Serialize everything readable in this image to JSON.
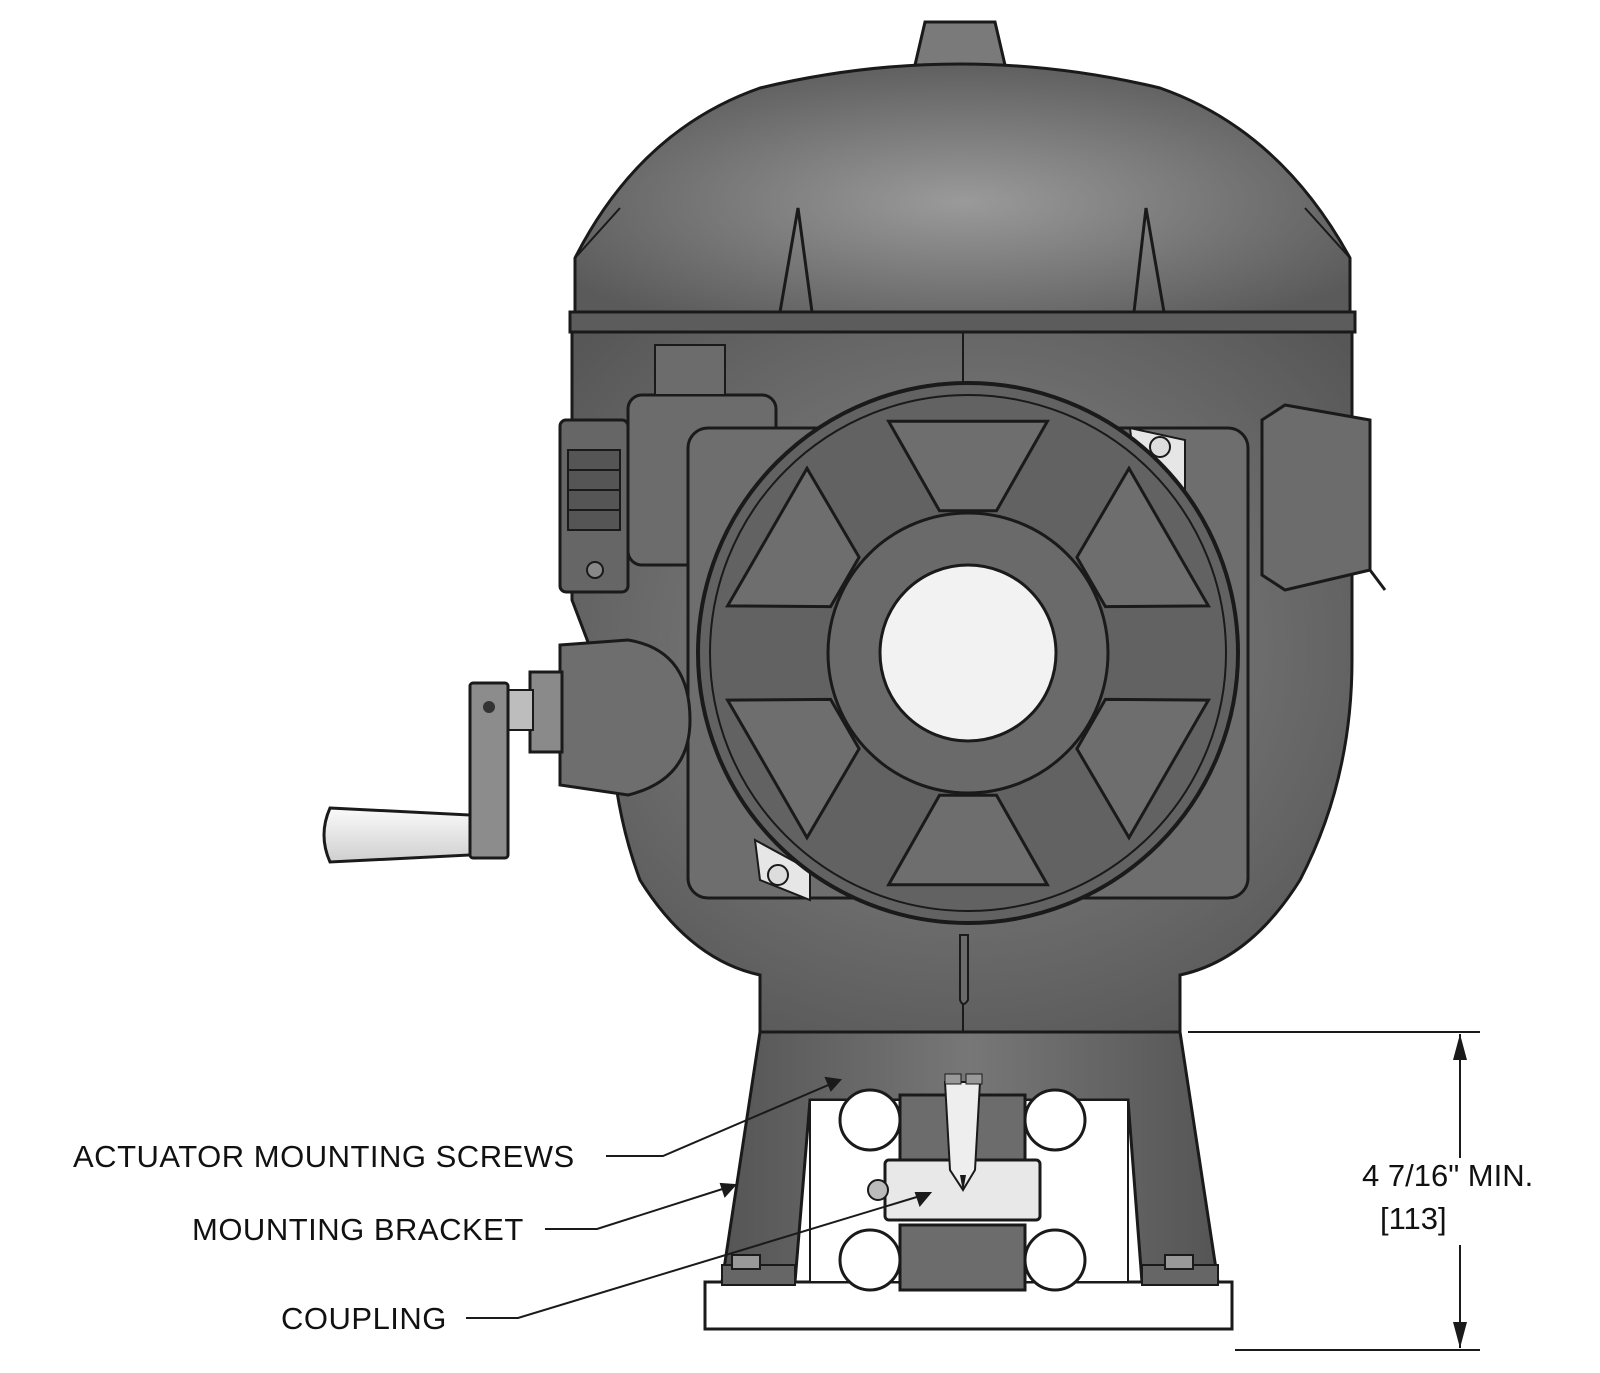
{
  "callouts": {
    "actuator_mounting_screws": "ACTUATOR MOUNTING SCREWS",
    "mounting_bracket": "MOUNTING BRACKET",
    "coupling": "COUPLING"
  },
  "dimension": {
    "imperial": "4 7/16\" MIN.",
    "metric": "[113]"
  },
  "colors": {
    "body": "#6e6e6e",
    "body_dark": "#4a4a4a",
    "body_light": "#8c8c8c",
    "outline": "#1a1a1a",
    "bore": "#f2f2f2",
    "handle": "#e6e6e6"
  }
}
